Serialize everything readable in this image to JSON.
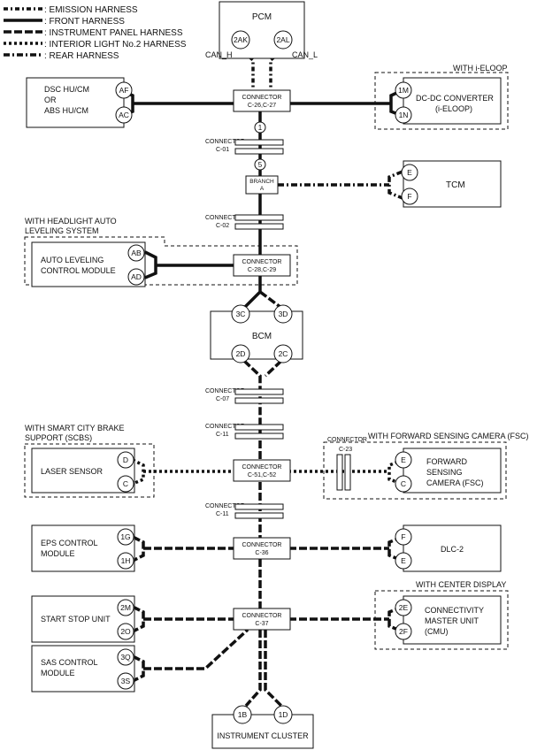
{
  "legend": [
    {
      "label": ": EMISSION HARNESS",
      "style": "em"
    },
    {
      "label": ": FRONT HARNESS",
      "style": "front"
    },
    {
      "label": ": INSTRUMENT PANEL HARNESS",
      "style": "ip"
    },
    {
      "label": ": INTERIOR LIGHT No.2 HARNESS",
      "style": "il"
    },
    {
      "label": ": REAR HARNESS",
      "style": "rear"
    }
  ],
  "pcm": {
    "title": "PCM",
    "pin_left": "2AK",
    "pin_right": "2AL",
    "can_h": "CAN_H",
    "can_l": "CAN_L"
  },
  "dsc": {
    "line1": "DSC HU/CM",
    "line2": "OR",
    "line3": "ABS HU/CM",
    "pin_top": "AF",
    "pin_bottom": "AC"
  },
  "connector_top": {
    "line1": "CONNECTOR",
    "line2": "C-26,C-27"
  },
  "i_eloop": {
    "group_label": "WITH i-ELOOP",
    "line1": "DC-DC CONVERTER",
    "line2": "(i-ELOOP)",
    "pin_top": "1M",
    "pin_bottom": "1N"
  },
  "conn_c01": {
    "line1": "CONNECTOR",
    "line2": "C-01"
  },
  "marker_1": "1",
  "marker_5": "5",
  "branch_a": {
    "line1": "BRANCH",
    "line2": "A"
  },
  "tcm": {
    "title": "TCM",
    "pin_top": "E",
    "pin_bottom": "F"
  },
  "conn_c02": {
    "line1": "CONNECTOR",
    "line2": "C-02"
  },
  "headlight_group": {
    "line1": "WITH HEADLIGHT AUTO",
    "line2": "LEVELING SYSTEM"
  },
  "auto_leveling": {
    "line1": "AUTO LEVELING",
    "line2": "CONTROL MODULE",
    "pin_top": "AB",
    "pin_bottom": "AD"
  },
  "conn_c28": {
    "line1": "CONNECTOR",
    "line2": "C-28,C-29"
  },
  "bcm": {
    "title": "BCM",
    "pin_tl": "3C",
    "pin_tr": "3D",
    "pin_bl": "2D",
    "pin_br": "2C"
  },
  "conn_c07": {
    "line1": "CONNECTOR",
    "line2": "C-07"
  },
  "conn_c11a": {
    "line1": "CONNECTOR",
    "line2": "C-11"
  },
  "scbs_group": {
    "line1": "WITH SMART CITY BRAKE",
    "line2": "SUPPORT (SCBS)"
  },
  "laser": {
    "title": "LASER SENSOR",
    "pin_top": "D",
    "pin_bottom": "C"
  },
  "conn_c51": {
    "line1": "CONNECTOR",
    "line2": "C-51,C-52"
  },
  "conn_c23": {
    "line1": "CONNECTOR",
    "line2": "C-23"
  },
  "fsc_group": "WITH FORWARD SENSING CAMERA (FSC)",
  "fsc": {
    "line1": "FORWARD",
    "line2": "SENSING",
    "line3": "CAMERA (FSC)",
    "pin_top": "E",
    "pin_bottom": "C"
  },
  "conn_c11b": {
    "line1": "CONNECTOR",
    "line2": "C-11"
  },
  "eps": {
    "line1": "EPS CONTROL",
    "line2": "MODULE",
    "pin_top": "1G",
    "pin_bottom": "1H"
  },
  "conn_c36": {
    "line1": "CONNECTOR",
    "line2": "C-36"
  },
  "dlc": {
    "title": "DLC-2",
    "pin_top": "F",
    "pin_bottom": "E"
  },
  "center_group": "WITH CENTER DISPLAY",
  "start_stop": {
    "title": "START STOP UNIT",
    "pin_top": "2M",
    "pin_bottom": "2O"
  },
  "conn_c37": {
    "line1": "CONNECTOR",
    "line2": "C-37"
  },
  "cmu": {
    "line1": "CONNECTIVITY",
    "line2": "MASTER UNIT",
    "line3": "(CMU)",
    "pin_top": "2E",
    "pin_bottom": "2F"
  },
  "sas": {
    "line1": "SAS CONTROL",
    "line2": "MODULE",
    "pin_top": "3Q",
    "pin_bottom": "3S"
  },
  "cluster": {
    "title": "INSTRUMENT CLUSTER",
    "pin_left": "1B",
    "pin_right": "1D"
  }
}
